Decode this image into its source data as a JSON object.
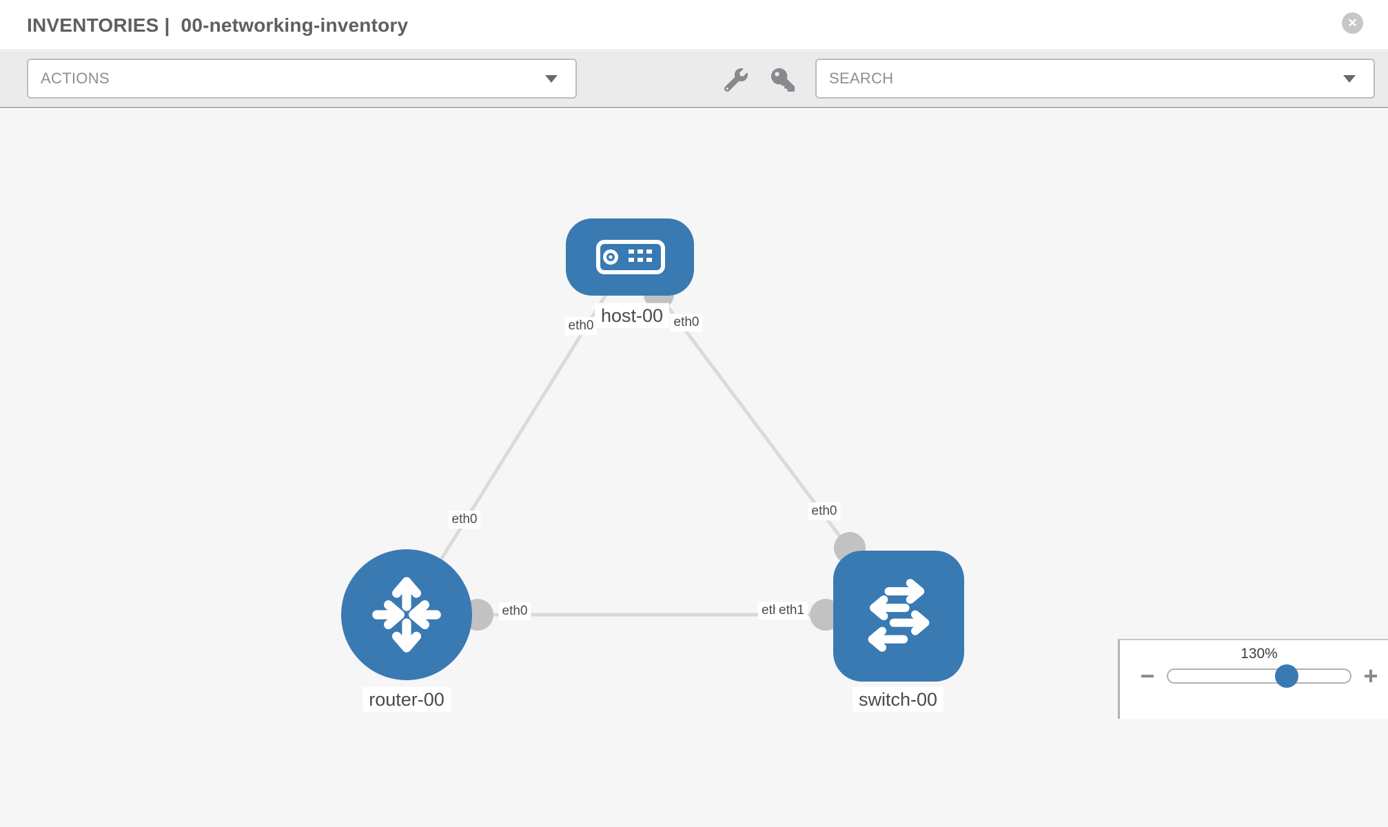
{
  "header": {
    "title_section": "INVENTORIES",
    "title_separator": "|",
    "title_name": "00-networking-inventory",
    "close_glyph": "✕"
  },
  "toolbar": {
    "actions_dropdown": {
      "value": "ACTIONS"
    },
    "search_dropdown": {
      "value": "SEARCH"
    },
    "tools": [
      {
        "icon": "wrench-icon"
      },
      {
        "icon": "key-icon"
      }
    ]
  },
  "topology": {
    "nodes": [
      {
        "label": "host-00",
        "type": "host",
        "icon": "host-icon"
      },
      {
        "label": "router-00",
        "type": "router",
        "icon": "router-icon"
      },
      {
        "label": "switch-00",
        "type": "switch",
        "icon": "switch-icon"
      }
    ],
    "links": [
      {
        "from": "host-00",
        "to": "router-00"
      },
      {
        "from": "host-00",
        "to": "switch-00"
      },
      {
        "from": "router-00",
        "to": "switch-00"
      }
    ],
    "port_labels": [
      {
        "text": "eth0"
      },
      {
        "text": "eth0"
      },
      {
        "text": "eth0"
      },
      {
        "text": "eth0"
      },
      {
        "text": "eth0"
      },
      {
        "text": "eth0"
      },
      {
        "text": "eth1"
      }
    ]
  },
  "zoom": {
    "level": "130%",
    "minus_glyph": "−",
    "plus_glyph": "+"
  },
  "colors": {
    "node_blue": "#3a7ab3",
    "edge_gray": "#dadada",
    "connector_gray": "#c2c2c2",
    "toolbar_bg": "#ebebeb",
    "canvas_bg": "#f6f6f6"
  }
}
